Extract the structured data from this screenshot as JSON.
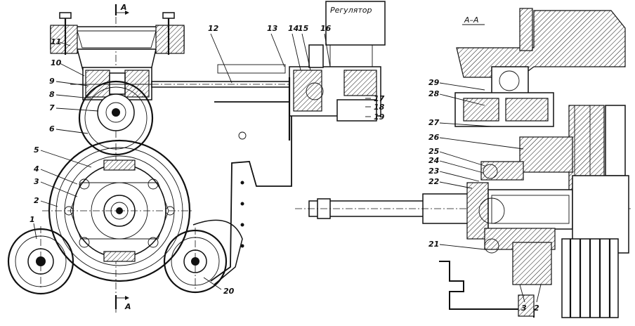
{
  "regulator_label": "Регулятор",
  "section_title": "А–А",
  "section_marks": [
    "А",
    "А"
  ],
  "callouts": {
    "c1": "1",
    "c2": "2",
    "c3": "3",
    "c4": "4",
    "c5": "5",
    "c6": "6",
    "c7": "7",
    "c8": "8",
    "c9": "9",
    "c10": "10",
    "c11": "11",
    "c12": "12",
    "c13": "13",
    "c14": "14",
    "c15": "15",
    "c16": "16",
    "c17": "17",
    "c18": "18",
    "c19": "19",
    "c20": "20",
    "c21": "21",
    "c22": "22",
    "c23": "23",
    "c24": "24",
    "c25": "25",
    "c26": "26",
    "c27": "27",
    "c28": "28",
    "c29": "29",
    "s3": "3",
    "s2": "2"
  }
}
